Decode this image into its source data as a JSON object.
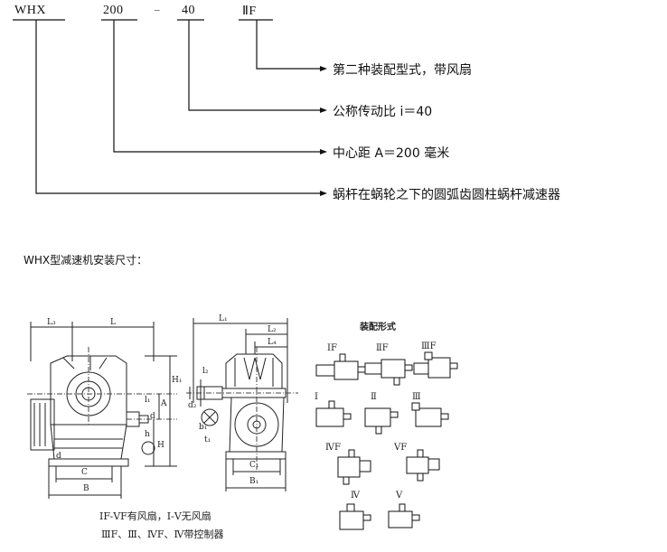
{
  "model_code": {
    "part1": "WHX",
    "part2": "200",
    "dash": "–",
    "part3": "40",
    "part4": "ⅡF"
  },
  "explanations": [
    "第二种装配型式，带风扇",
    "公称传动比 i＝40",
    "中心距 A＝200 毫米",
    "蜗杆在蜗轮之下的圆弧齿圆柱蜗杆减速器"
  ],
  "section_heading": "WHX型减速机安装尺寸：",
  "front_view_labels": {
    "L3": "L₃",
    "L": "L",
    "H1": "H₁",
    "A": "A",
    "l1": "l₁",
    "d": "d",
    "h": "h",
    "H": "H",
    "d_small": "d",
    "C": "C",
    "B": "B"
  },
  "side_view_labels": {
    "L1": "L₁",
    "L2": "L₂",
    "L4": "L₄",
    "l2": "l₂",
    "d2": "d₂",
    "b1": "b₁",
    "t1": "t₁",
    "C1": "C₁",
    "B1": "B₁"
  },
  "caption_lines": [
    "ⅠF-ⅤF有风扇，Ⅰ-Ⅴ无风扇",
    "ⅢF、Ⅲ、ⅣF、Ⅳ带控制器"
  ],
  "assembly": {
    "title": "装配形式",
    "labels": [
      "ⅠF",
      "ⅡF",
      "ⅢF",
      "Ⅰ",
      "Ⅱ",
      "Ⅲ",
      "ⅣF",
      "ⅤF",
      "Ⅳ",
      "Ⅴ"
    ]
  }
}
